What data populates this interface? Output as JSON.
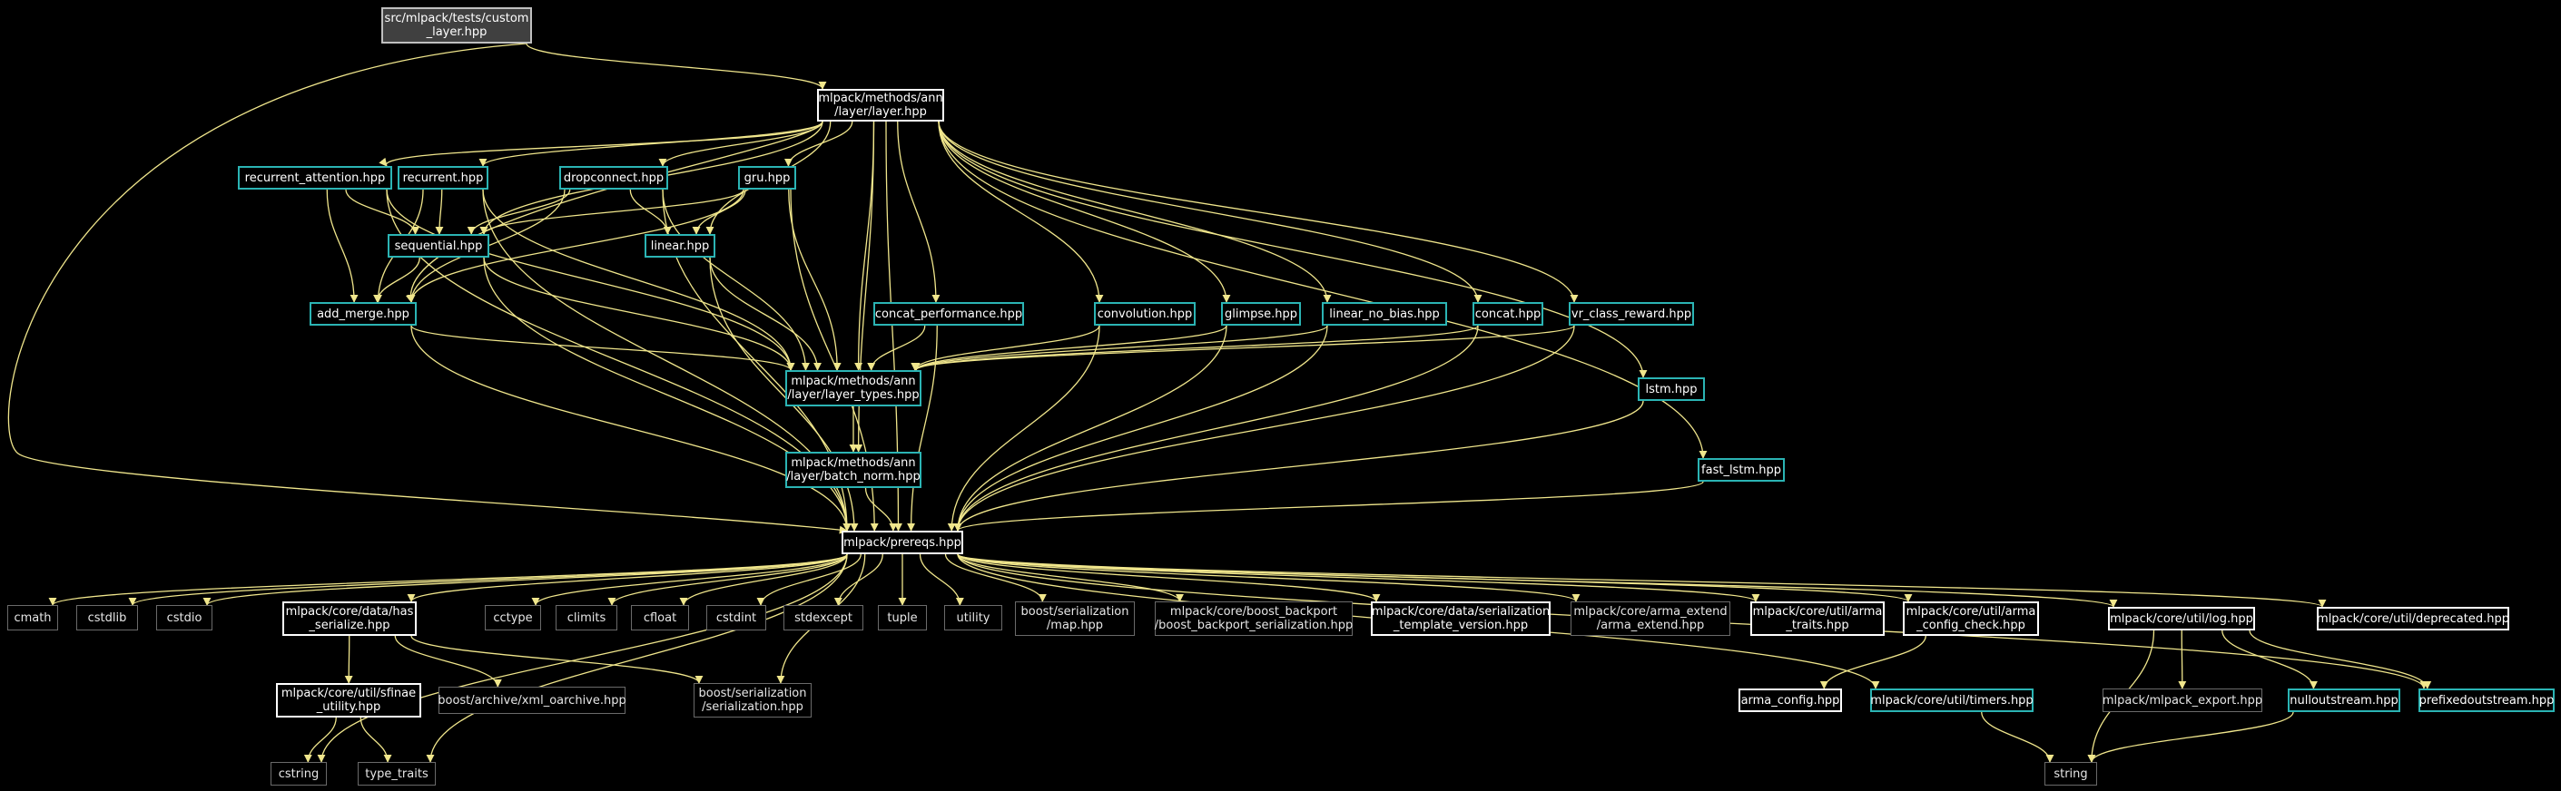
{
  "colors": {
    "background": "#000000",
    "edge": "#f0e68c",
    "node_text": "#ffffff",
    "root_fill": "#404040",
    "border_white": "#ffffff",
    "border_teal": "#2bb4b4",
    "border_grey": "#6a6a6a"
  },
  "nodes": {
    "custom_layer": [
      "src/mlpack/tests/custom",
      "_layer.hpp"
    ],
    "layer": [
      "mlpack/methods/ann",
      "/layer/layer.hpp"
    ],
    "recurrent_attention": "recurrent_attention.hpp",
    "recurrent": "recurrent.hpp",
    "dropconnect": "dropconnect.hpp",
    "gru": "gru.hpp",
    "sequential": "sequential.hpp",
    "linear": "linear.hpp",
    "add_merge": "add_merge.hpp",
    "concat_performance": "concat_performance.hpp",
    "convolution": "convolution.hpp",
    "glimpse": "glimpse.hpp",
    "linear_no_bias": "linear_no_bias.hpp",
    "concat": "concat.hpp",
    "vr_class_reward": "vr_class_reward.hpp",
    "layer_types": [
      "mlpack/methods/ann",
      "/layer/layer_types.hpp"
    ],
    "lstm": "lstm.hpp",
    "batch_norm": [
      "mlpack/methods/ann",
      "/layer/batch_norm.hpp"
    ],
    "fast_lstm": "fast_lstm.hpp",
    "prereqs": "mlpack/prereqs.hpp",
    "cmath": "cmath",
    "cstdlib": "cstdlib",
    "cstdio": "cstdio",
    "has_serialize": [
      "mlpack/core/data/has",
      "_serialize.hpp"
    ],
    "cctype": "cctype",
    "climits": "climits",
    "cfloat": "cfloat",
    "cstdint": "cstdint",
    "stdexcept": "stdexcept",
    "tuple": "tuple",
    "utility": "utility",
    "boost_map": [
      "boost/serialization",
      "/map.hpp"
    ],
    "boost_backport": [
      "mlpack/core/boost_backport",
      "/boost_backport_serialization.hpp"
    ],
    "serialization_template_version": [
      "mlpack/core/data/serialization",
      "_template_version.hpp"
    ],
    "arma_extend": [
      "mlpack/core/arma_extend",
      "/arma_extend.hpp"
    ],
    "arma_traits": [
      "mlpack/core/util/arma",
      "_traits.hpp"
    ],
    "arma_config_check": [
      "mlpack/core/util/arma",
      "_config_check.hpp"
    ],
    "log": "mlpack/core/util/log.hpp",
    "deprecated": "mlpack/core/util/deprecated.hpp",
    "sfinae_utility": [
      "mlpack/core/util/sfinae",
      "_utility.hpp"
    ],
    "xml_oarchive": "boost/archive/xml_oarchive.hpp",
    "boost_serialization": [
      "boost/serialization",
      "/serialization.hpp"
    ],
    "arma_config": "arma_config.hpp",
    "timers": "mlpack/core/util/timers.hpp",
    "mlpack_export": "mlpack/mlpack_export.hpp",
    "nulloutstream": "nulloutstream.hpp",
    "prefixedoutstream": "prefixedoutstream.hpp",
    "cstring": "cstring",
    "type_traits": "type_traits",
    "string": "string"
  }
}
